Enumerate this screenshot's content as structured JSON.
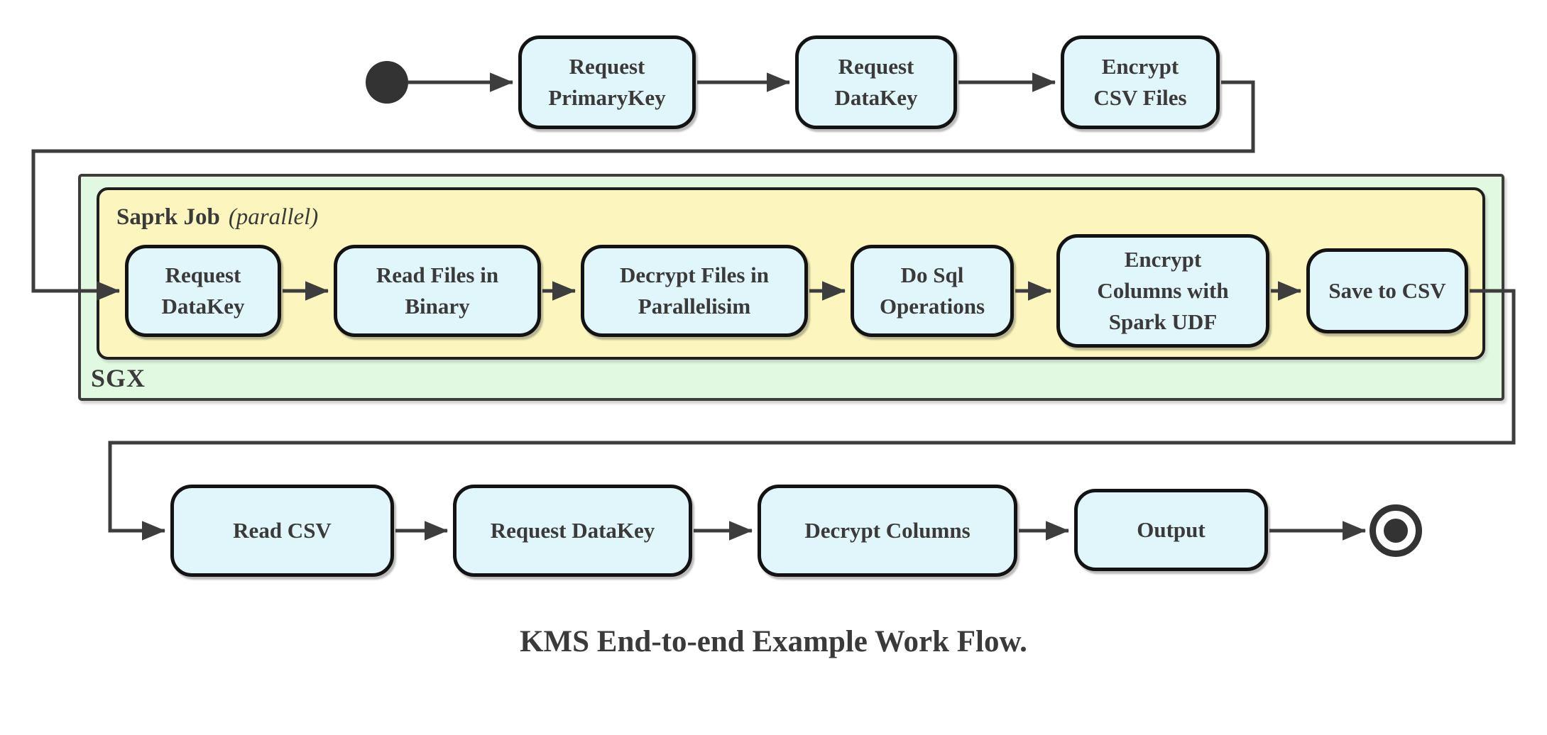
{
  "diagram": {
    "title": "KMS End-to-end Example Work Flow.",
    "sgx_label": "SGX",
    "spark_label": "Saprk Job",
    "spark_label_suffix": "(parallel)",
    "nodes": {
      "top": [
        "Request\nPrimaryKey",
        "Request\nDataKey",
        "Encrypt\nCSV Files"
      ],
      "spark": [
        "Request\nDataKey",
        "Read Files in\nBinary",
        "Decrypt Files in\nParallelisim",
        "Do Sql\nOperations",
        "Encrypt\nColumns with\nSpark UDF",
        "Save to CSV"
      ],
      "bottom": [
        "Read CSV",
        "Request DataKey",
        "Decrypt Columns",
        "Output"
      ]
    },
    "markers": {
      "start": "start-state",
      "end": "end-state"
    },
    "colors": {
      "bg": "#ffffff",
      "node_fill": "#e1f6fa",
      "node_border": "#131313",
      "sgx_fill": "#e1f8e1",
      "sgx_border": "#3d3d3d",
      "spark_fill": "#fcf6be",
      "spark_border": "#1f1f1f",
      "line": "#3d3d3d",
      "text": "#3a3a3a"
    }
  }
}
